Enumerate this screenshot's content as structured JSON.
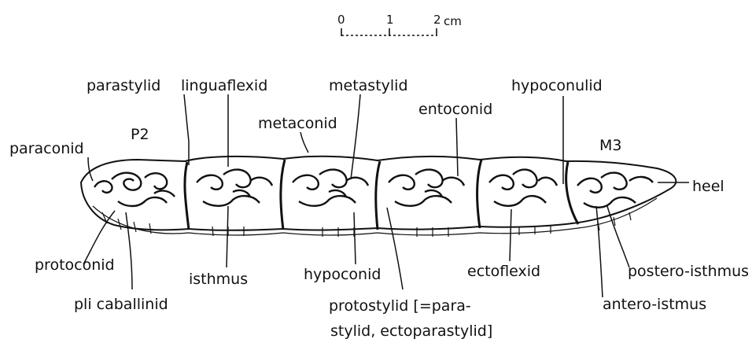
{
  "scale_bar": {
    "ticks": [
      "0",
      "1",
      "2"
    ],
    "unit": "cm"
  },
  "teeth": {
    "first": "P2",
    "last": "M3"
  },
  "labels": {
    "paraconid": "paraconid",
    "parastylid": "parastylid",
    "linguaflexid": "linguaflexid",
    "metaconid": "metaconid",
    "metastylid": "metastylid",
    "entoconid": "entoconid",
    "hypoconulid": "hypoconulid",
    "heel": "heel",
    "protoconid": "protoconid",
    "pli_caballinid": "pli caballinid",
    "isthmus": "isthmus",
    "hypoconid": "hypoconid",
    "protostylid_1": "protostylid  [=para-",
    "protostylid_2": "stylid, ectoparastylid]",
    "ectoflexid": "ectoflexid",
    "postero_isthmus": "postero-isthmus",
    "antero_istmus": "antero-istmus"
  }
}
